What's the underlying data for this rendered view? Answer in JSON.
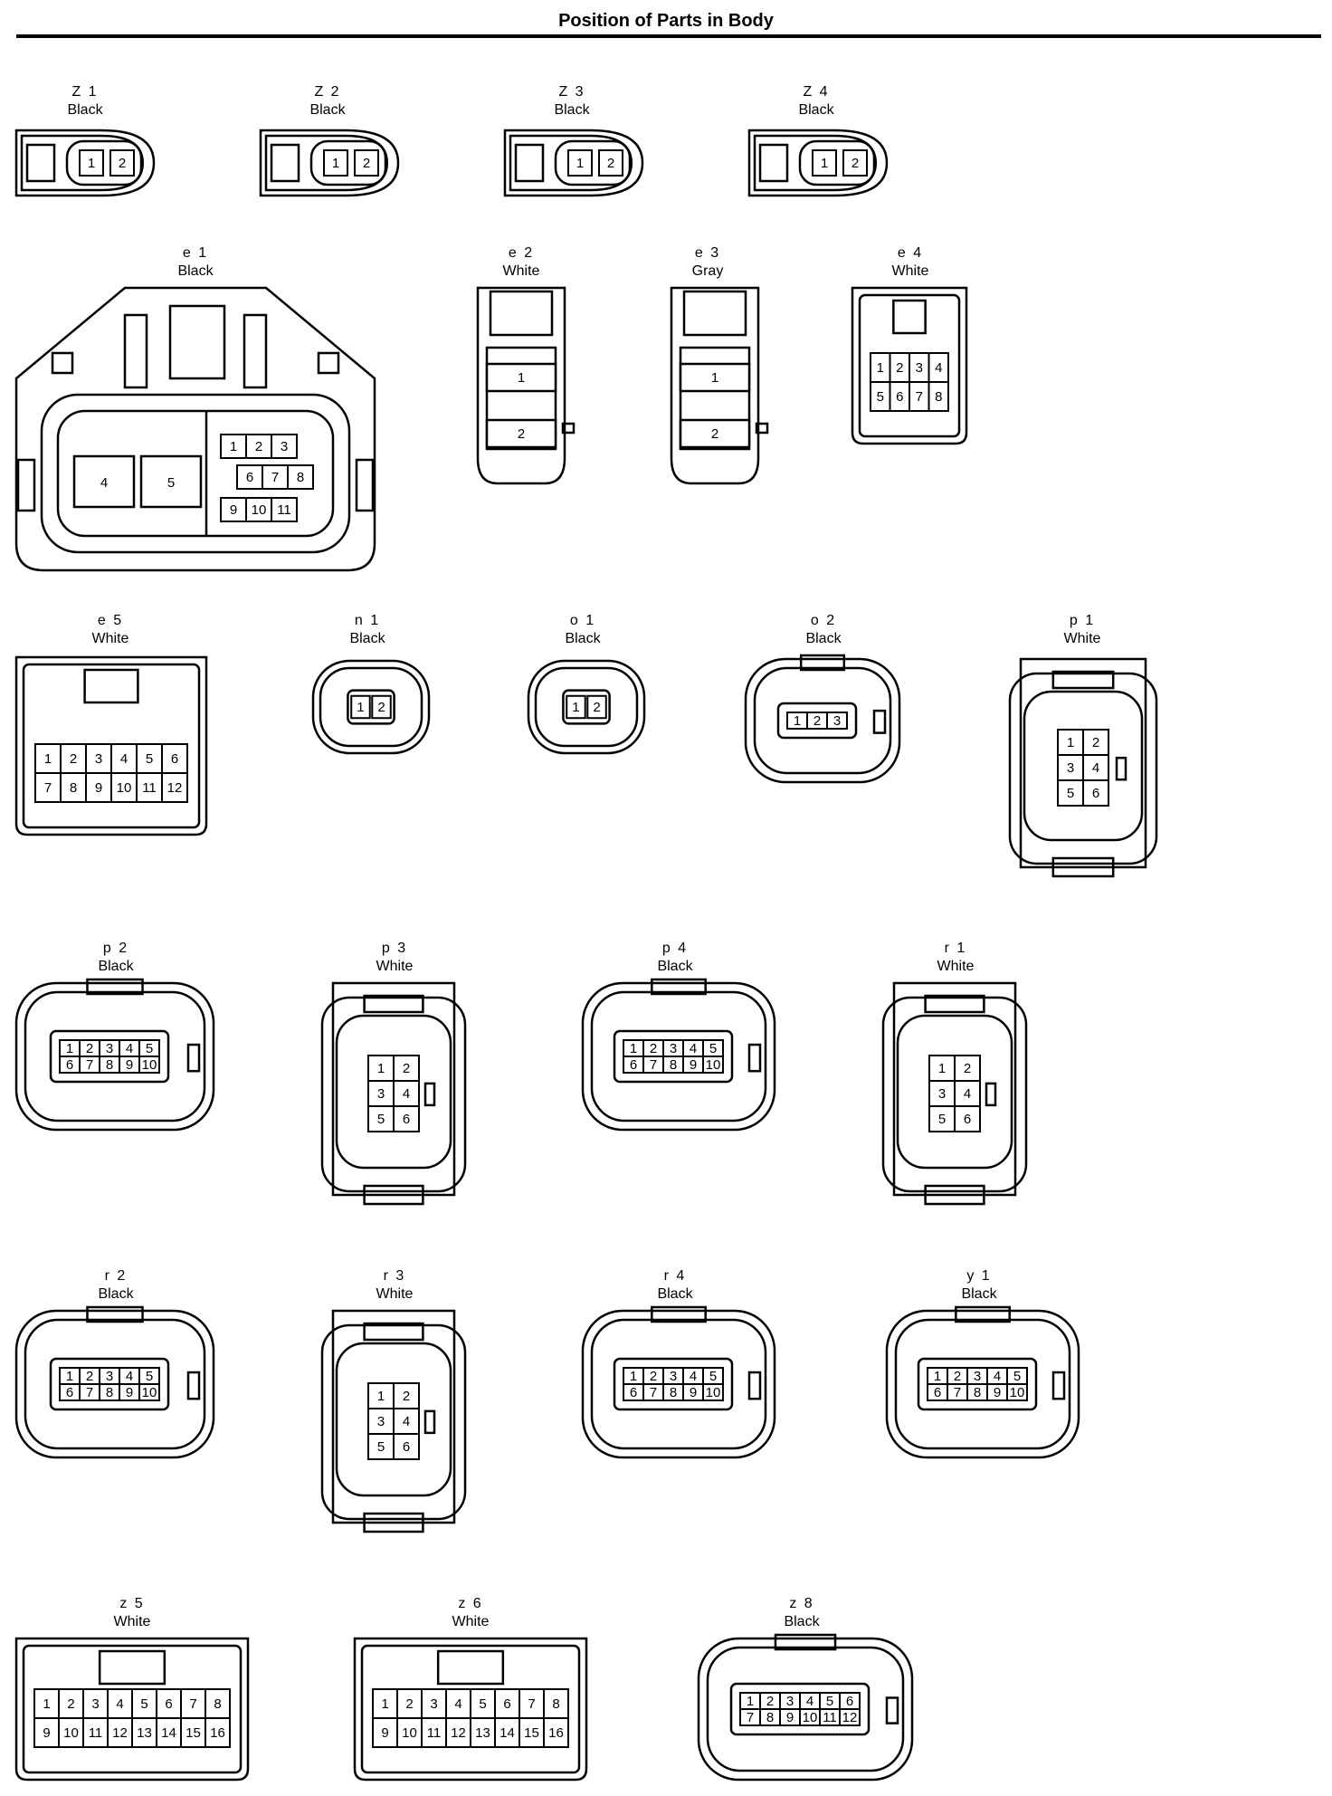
{
  "page_title": "Position of Parts in Body",
  "connectors": [
    {
      "id": "Z 1",
      "color": "Black",
      "type": "z2pin",
      "pins": [
        "1",
        "2"
      ]
    },
    {
      "id": "Z 2",
      "color": "Black",
      "type": "z2pin",
      "pins": [
        "1",
        "2"
      ]
    },
    {
      "id": "Z 3",
      "color": "Black",
      "type": "z2pin",
      "pins": [
        "1",
        "2"
      ]
    },
    {
      "id": "Z 4",
      "color": "Black",
      "type": "z2pin",
      "pins": [
        "1",
        "2"
      ]
    },
    {
      "id": "e 1",
      "color": "Black",
      "type": "big11",
      "pins": [
        "1",
        "2",
        "3",
        "4",
        "5",
        "6",
        "7",
        "8",
        "9",
        "10",
        "11"
      ]
    },
    {
      "id": "e 2",
      "color": "White",
      "type": "tall2",
      "pins": [
        "1",
        "2"
      ]
    },
    {
      "id": "e 3",
      "color": "Gray",
      "type": "tall2",
      "pins": [
        "1",
        "2"
      ]
    },
    {
      "id": "e 4",
      "color": "White",
      "type": "grid",
      "rows": [
        [
          "1",
          "2",
          "3",
          "4"
        ],
        [
          "5",
          "6",
          "7",
          "8"
        ]
      ]
    },
    {
      "id": "e 5",
      "color": "White",
      "type": "grid",
      "rows": [
        [
          "1",
          "2",
          "3",
          "4",
          "5",
          "6"
        ],
        [
          "7",
          "8",
          "9",
          "10",
          "11",
          "12"
        ]
      ]
    },
    {
      "id": "n 1",
      "color": "Black",
      "type": "round2",
      "pins": [
        "1",
        "2"
      ]
    },
    {
      "id": "o 1",
      "color": "Black",
      "type": "round2",
      "pins": [
        "1",
        "2"
      ]
    },
    {
      "id": "o 2",
      "color": "Black",
      "type": "wide",
      "rows": [
        [
          "1",
          "2",
          "3"
        ]
      ]
    },
    {
      "id": "p 1",
      "color": "White",
      "type": "tall6",
      "rows": [
        [
          "1",
          "2"
        ],
        [
          "3",
          "4"
        ],
        [
          "5",
          "6"
        ]
      ]
    },
    {
      "id": "p 2",
      "color": "Black",
      "type": "wide",
      "rows": [
        [
          "1",
          "2",
          "3",
          "4",
          "5"
        ],
        [
          "6",
          "7",
          "8",
          "9",
          "10"
        ]
      ]
    },
    {
      "id": "p 3",
      "color": "White",
      "type": "tall6",
      "rows": [
        [
          "1",
          "2"
        ],
        [
          "3",
          "4"
        ],
        [
          "5",
          "6"
        ]
      ]
    },
    {
      "id": "p 4",
      "color": "Black",
      "type": "wide",
      "rows": [
        [
          "1",
          "2",
          "3",
          "4",
          "5"
        ],
        [
          "6",
          "7",
          "8",
          "9",
          "10"
        ]
      ]
    },
    {
      "id": "r 1",
      "color": "White",
      "type": "tall6",
      "rows": [
        [
          "1",
          "2"
        ],
        [
          "3",
          "4"
        ],
        [
          "5",
          "6"
        ]
      ]
    },
    {
      "id": "r 2",
      "color": "Black",
      "type": "wide",
      "rows": [
        [
          "1",
          "2",
          "3",
          "4",
          "5"
        ],
        [
          "6",
          "7",
          "8",
          "9",
          "10"
        ]
      ]
    },
    {
      "id": "r 3",
      "color": "White",
      "type": "tall6",
      "rows": [
        [
          "1",
          "2"
        ],
        [
          "3",
          "4"
        ],
        [
          "5",
          "6"
        ]
      ]
    },
    {
      "id": "r 4",
      "color": "Black",
      "type": "wide",
      "rows": [
        [
          "1",
          "2",
          "3",
          "4",
          "5"
        ],
        [
          "6",
          "7",
          "8",
          "9",
          "10"
        ]
      ]
    },
    {
      "id": "y 1",
      "color": "Black",
      "type": "wide",
      "rows": [
        [
          "1",
          "2",
          "3",
          "4",
          "5"
        ],
        [
          "6",
          "7",
          "8",
          "9",
          "10"
        ]
      ]
    },
    {
      "id": "z 5",
      "color": "White",
      "type": "grid",
      "rows": [
        [
          "1",
          "2",
          "3",
          "4",
          "5",
          "6",
          "7",
          "8"
        ],
        [
          "9",
          "10",
          "11",
          "12",
          "13",
          "14",
          "15",
          "16"
        ]
      ]
    },
    {
      "id": "z 6",
      "color": "White",
      "type": "grid",
      "rows": [
        [
          "1",
          "2",
          "3",
          "4",
          "5",
          "6",
          "7",
          "8"
        ],
        [
          "9",
          "10",
          "11",
          "12",
          "13",
          "14",
          "15",
          "16"
        ]
      ]
    },
    {
      "id": "z 8",
      "color": "Black",
      "type": "wide",
      "rows": [
        [
          "1",
          "2",
          "3",
          "4",
          "5",
          "6"
        ],
        [
          "7",
          "8",
          "9",
          "10",
          "11",
          "12"
        ]
      ]
    }
  ]
}
